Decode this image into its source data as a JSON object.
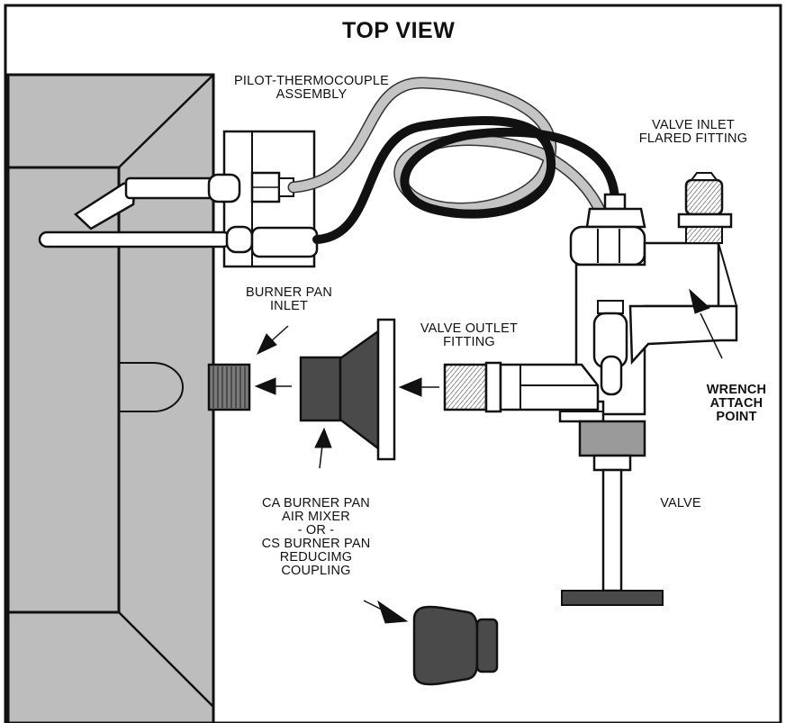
{
  "title": "TOP VIEW",
  "labels": {
    "pilot": [
      "PILOT-THERMOCOUPLE",
      "ASSEMBLY"
    ],
    "valve_inlet": [
      "VALVE INLET",
      "FLARED FITTING"
    ],
    "burner_pan_inlet": [
      "BURNER PAN",
      "INLET"
    ],
    "valve_outlet": [
      "VALVE OUTLET",
      "FITTING"
    ],
    "wrench": [
      "WRENCH",
      "ATTACH",
      "POINT"
    ],
    "valve": "VALVE",
    "mixer": [
      "CA BURNER PAN",
      "AIR MIXER",
      "- OR -",
      "CS BURNER PAN",
      "REDUCIMG",
      "COUPLING"
    ]
  },
  "colors": {
    "housing": "#bdbdbd",
    "dark_part": "#4a4a4a",
    "valve_body": "#9a9a9a",
    "tube_light": "#c4c4c4",
    "tube_dark": "#111111"
  }
}
